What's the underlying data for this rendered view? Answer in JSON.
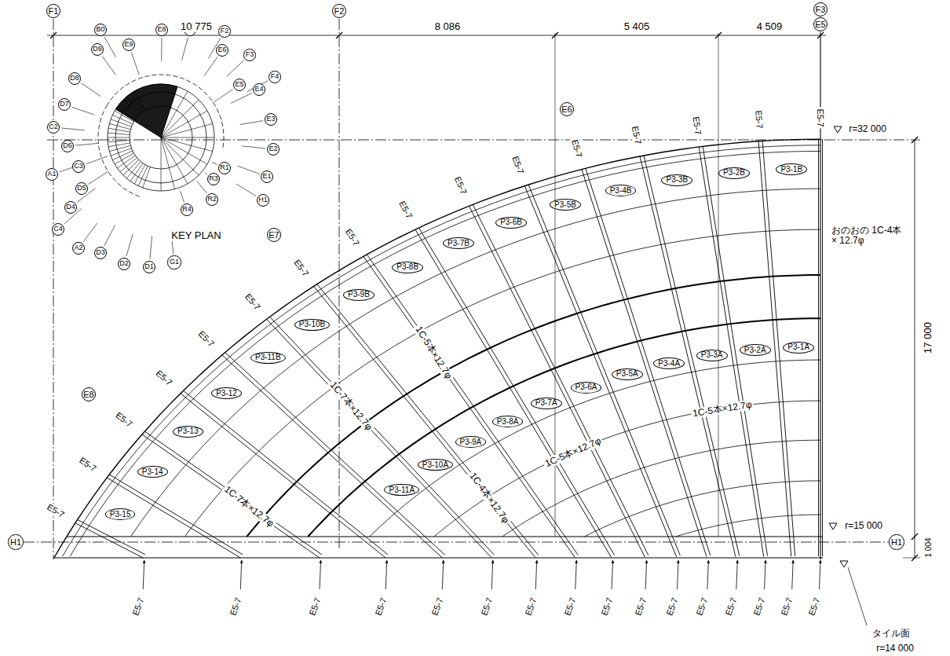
{
  "diagram": {
    "nodes": [
      {
        "text": [
          "F1"
        ]
      },
      {
        "text": [
          "F2"
        ]
      },
      {
        "text": [
          "F3"
        ]
      },
      {
        "text": [
          "E5"
        ]
      },
      {
        "text": [
          "E6"
        ]
      },
      {
        "text": [
          "E7"
        ]
      },
      {
        "text": [
          "E8"
        ]
      },
      {
        "text": [
          "H1"
        ]
      },
      {
        "text": [
          "H1"
        ]
      },
      {
        "text": [
          "B0"
        ]
      },
      {
        "text": [
          "D9"
        ]
      },
      {
        "text": [
          "E9"
        ]
      },
      {
        "text": [
          "E8"
        ]
      },
      {
        "text": [
          "E7"
        ]
      },
      {
        "text": [
          "F2"
        ]
      },
      {
        "text": [
          "E6"
        ]
      },
      {
        "text": [
          "F3"
        ]
      },
      {
        "text": [
          "E5"
        ]
      },
      {
        "text": [
          "F4"
        ]
      },
      {
        "text": [
          "E4"
        ]
      },
      {
        "text": [
          "E3"
        ]
      },
      {
        "text": [
          "E2"
        ]
      },
      {
        "text": [
          "E1"
        ]
      },
      {
        "text": [
          "H1"
        ]
      },
      {
        "text": [
          "R1"
        ]
      },
      {
        "text": [
          "R3"
        ]
      },
      {
        "text": [
          "R2"
        ]
      },
      {
        "text": [
          "R4"
        ]
      },
      {
        "text": [
          "D8"
        ]
      },
      {
        "text": [
          "D7"
        ]
      },
      {
        "text": [
          "C2"
        ]
      },
      {
        "text": [
          "D6"
        ]
      },
      {
        "text": [
          "A1"
        ]
      },
      {
        "text": [
          "C3"
        ]
      },
      {
        "text": [
          "D5"
        ]
      },
      {
        "text": [
          "D4"
        ]
      },
      {
        "text": [
          "C4"
        ]
      },
      {
        "text": [
          "A2"
        ]
      },
      {
        "text": [
          "D3"
        ]
      },
      {
        "text": [
          "D2"
        ]
      },
      {
        "text": [
          "D1"
        ]
      },
      {
        "text": [
          "G1"
        ]
      },
      {
        "text": [
          "P3-1B"
        ]
      },
      {
        "text": [
          "P3-2B"
        ]
      },
      {
        "text": [
          "P3-3B"
        ]
      },
      {
        "text": [
          "P3-4B"
        ]
      },
      {
        "text": [
          "P3-5B"
        ]
      },
      {
        "text": [
          "P3-6B"
        ]
      },
      {
        "text": [
          "P3-7B"
        ]
      },
      {
        "text": [
          "P3-8B"
        ]
      },
      {
        "text": [
          "P3-9B"
        ]
      },
      {
        "text": [
          "P3-10B"
        ]
      },
      {
        "text": [
          "P3-11B"
        ]
      },
      {
        "text": [
          "P3-12"
        ]
      },
      {
        "text": [
          "P3-13"
        ]
      },
      {
        "text": [
          "P3-14"
        ]
      },
      {
        "text": [
          "P3-15"
        ]
      },
      {
        "text": [
          "P3-1A"
        ]
      },
      {
        "text": [
          "P3-2A"
        ]
      },
      {
        "text": [
          "P3-3A"
        ]
      },
      {
        "text": [
          "P3-4A"
        ]
      },
      {
        "text": [
          "P3-5A"
        ]
      },
      {
        "text": [
          "P3-6A"
        ]
      },
      {
        "text": [
          "P3-7A"
        ]
      },
      {
        "text": [
          "P3-8A"
        ]
      },
      {
        "text": [
          "P3-9A"
        ]
      },
      {
        "text": [
          "P3-10A"
        ]
      },
      {
        "text": [
          "P3-11A"
        ]
      }
    ],
    "labels": [
      "10 775",
      "8 086",
      "5 405",
      "4 509",
      "17 000",
      "1 004",
      "r=32 000",
      "r=15 000",
      "タイル面",
      "r=14 000",
      "KEY PLAN",
      "おのおの 1C-4本× 12.7φ",
      "1C-7本×12.7φ",
      "1C-5本×12.7φ",
      "1C-4本×12.7φ",
      "1C-5本×12.7φ",
      "1C-5本×12.7φ",
      "1C-7本×12.7φ",
      "E5-7",
      "E5-7",
      "E5-7",
      "E5-7",
      "E5-7",
      "E5-7",
      "E5-7",
      "E5-7",
      "E5-7",
      "E5-7",
      "E5-7",
      "E5-7",
      "E5-7",
      "E5-7",
      "E5-7",
      "E5-7",
      "E5-7",
      "E5-7",
      "E5-7",
      "E5-7",
      "E5-7",
      "E5-7",
      "E5-7",
      "E5-7",
      "E5-7",
      "E5-7",
      "E5-7",
      "E5-7",
      "E5-7",
      "E5-7",
      "E5-7",
      "E5-7"
    ]
  }
}
